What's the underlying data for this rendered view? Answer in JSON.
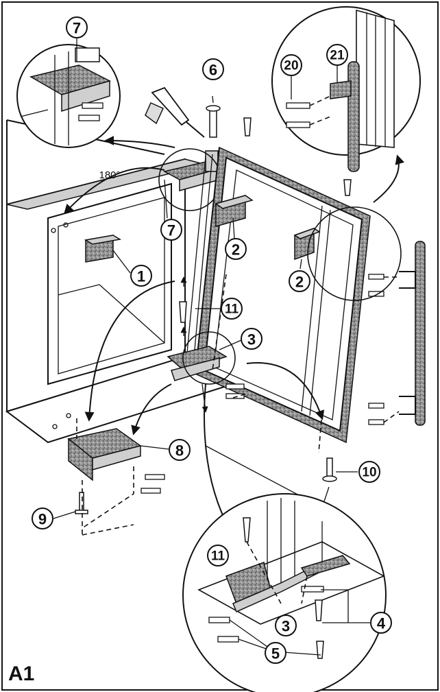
{
  "panel_label": "A1",
  "angle_label": "180°",
  "callouts": {
    "c1": "1",
    "c2a": "2",
    "c2b": "2",
    "c3a": "3",
    "c3b": "3",
    "c4": "4",
    "c5": "5",
    "c6": "6",
    "c7a": "7",
    "c7b": "7",
    "c8": "8",
    "c9": "9",
    "c10": "10",
    "c11a": "11",
    "c11b": "11",
    "c20": "20",
    "c21": "21"
  }
}
